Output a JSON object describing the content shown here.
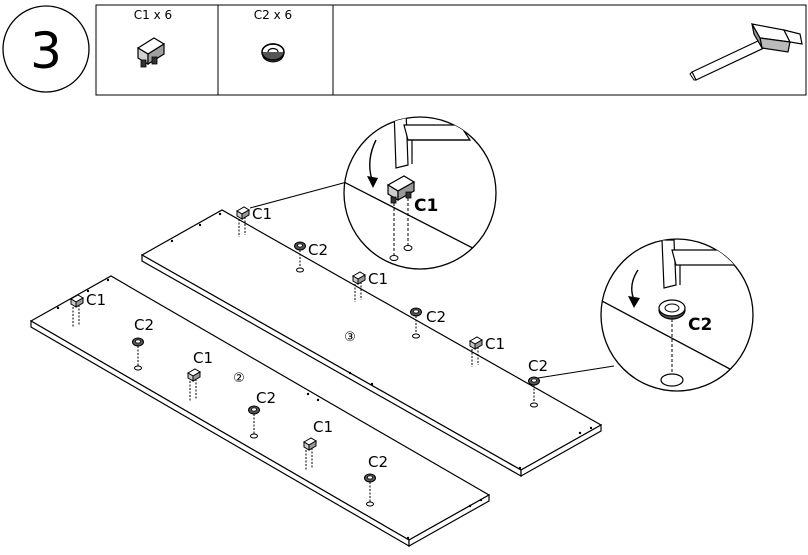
{
  "step": {
    "number": "3"
  },
  "parts": [
    {
      "code": "C1",
      "header": "C1 x 6",
      "icon": "cam-connector-icon"
    },
    {
      "code": "C2",
      "header": "C2 x 6",
      "icon": "cam-lock-nut-icon"
    }
  ],
  "tool": {
    "icon": "hammer-icon"
  },
  "panels": [
    {
      "number": "③"
    },
    {
      "number": "②"
    }
  ],
  "labels": {
    "c1": "C1",
    "c2": "C2"
  },
  "colors": {
    "line": "#000000",
    "background": "#ffffff",
    "shade": "#888888"
  }
}
